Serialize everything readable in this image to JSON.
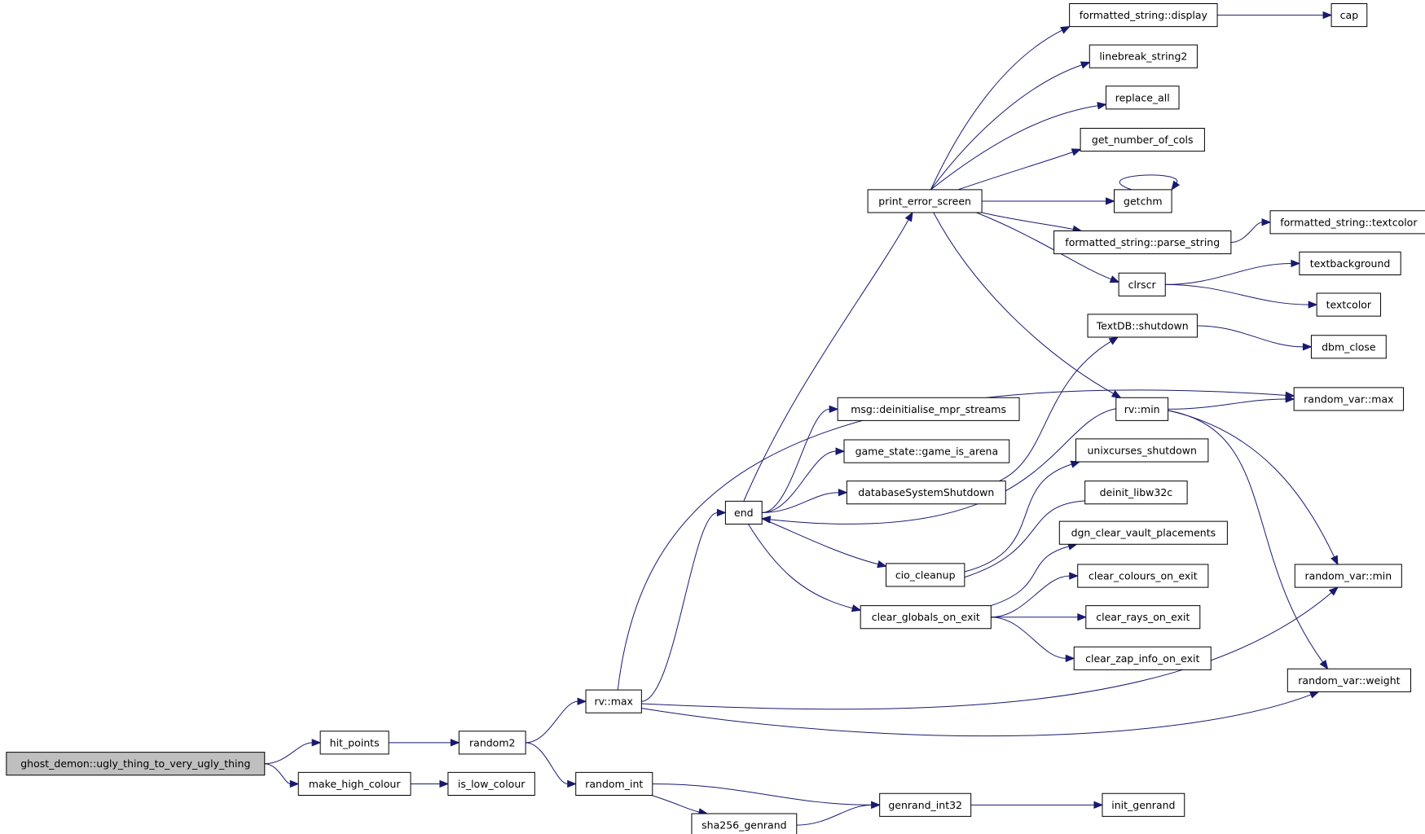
{
  "nodes": {
    "ghost_demon": {
      "label": "ghost_demon::ugly_thing_to_very_ugly_thing",
      "root": true
    },
    "hit_points": {
      "label": "hit_points"
    },
    "make_high_colour": {
      "label": "make_high_colour"
    },
    "random2": {
      "label": "random2"
    },
    "is_low_colour": {
      "label": "is_low_colour"
    },
    "rv_max": {
      "label": "rv::max"
    },
    "random_int": {
      "label": "random_int"
    },
    "sha256_genrand": {
      "label": "sha256_genrand"
    },
    "genrand_int32": {
      "label": "genrand_int32"
    },
    "init_genrand": {
      "label": "init_genrand"
    },
    "end": {
      "label": "end"
    },
    "print_error_screen": {
      "label": "print_error_screen"
    },
    "msg_deinit": {
      "label": "msg::deinitialise_mpr_streams"
    },
    "game_is_arena": {
      "label": "game_state::game_is_arena"
    },
    "databaseSystemShutdown": {
      "label": "databaseSystemShutdown"
    },
    "cio_cleanup": {
      "label": "cio_cleanup"
    },
    "clear_globals_on_exit": {
      "label": "clear_globals_on_exit"
    },
    "fs_display": {
      "label": "formatted_string::display"
    },
    "cap": {
      "label": "cap"
    },
    "linebreak_string2": {
      "label": "linebreak_string2"
    },
    "replace_all": {
      "label": "replace_all"
    },
    "get_number_of_cols": {
      "label": "get_number_of_cols"
    },
    "getchm": {
      "label": "getchm"
    },
    "fs_parse_string": {
      "label": "formatted_string::parse_string"
    },
    "fs_textcolor": {
      "label": "formatted_string::textcolor"
    },
    "clrscr": {
      "label": "clrscr"
    },
    "textbackground": {
      "label": "textbackground"
    },
    "textcolor": {
      "label": "textcolor"
    },
    "textdb_shutdown": {
      "label": "TextDB::shutdown"
    },
    "dbm_close": {
      "label": "dbm_close"
    },
    "rv_min": {
      "label": "rv::min"
    },
    "random_var_max": {
      "label": "random_var::max"
    },
    "random_var_min": {
      "label": "random_var::min"
    },
    "random_var_weight": {
      "label": "random_var::weight"
    },
    "unixcurses_shutdown": {
      "label": "unixcurses_shutdown"
    },
    "deinit_libw32c": {
      "label": "deinit_libw32c"
    },
    "dgn_clear_vault_placements": {
      "label": "dgn_clear_vault_placements"
    },
    "clear_colours_on_exit": {
      "label": "clear_colours_on_exit"
    },
    "clear_rays_on_exit": {
      "label": "clear_rays_on_exit"
    },
    "clear_zap_info_on_exit": {
      "label": "clear_zap_info_on_exit"
    }
  },
  "edges": [
    [
      "ghost_demon",
      "hit_points"
    ],
    [
      "ghost_demon",
      "make_high_colour"
    ],
    [
      "hit_points",
      "random2"
    ],
    [
      "make_high_colour",
      "is_low_colour"
    ],
    [
      "random2",
      "rv_max"
    ],
    [
      "random2",
      "random_int"
    ],
    [
      "random_int",
      "genrand_int32"
    ],
    [
      "random_int",
      "sha256_genrand"
    ],
    [
      "sha256_genrand",
      "genrand_int32"
    ],
    [
      "genrand_int32",
      "init_genrand"
    ],
    [
      "rv_max",
      "end"
    ],
    [
      "rv_max",
      "random_var_max"
    ],
    [
      "rv_max",
      "random_var_min"
    ],
    [
      "rv_max",
      "random_var_weight"
    ],
    [
      "end",
      "print_error_screen"
    ],
    [
      "end",
      "msg_deinit"
    ],
    [
      "end",
      "game_is_arena"
    ],
    [
      "end",
      "databaseSystemShutdown"
    ],
    [
      "end",
      "cio_cleanup"
    ],
    [
      "end",
      "clear_globals_on_exit"
    ],
    [
      "rv_min",
      "end"
    ],
    [
      "print_error_screen",
      "fs_display"
    ],
    [
      "print_error_screen",
      "linebreak_string2"
    ],
    [
      "print_error_screen",
      "replace_all"
    ],
    [
      "print_error_screen",
      "get_number_of_cols"
    ],
    [
      "print_error_screen",
      "getchm"
    ],
    [
      "print_error_screen",
      "fs_parse_string"
    ],
    [
      "print_error_screen",
      "clrscr"
    ],
    [
      "print_error_screen",
      "rv_min"
    ],
    [
      "fs_display",
      "cap"
    ],
    [
      "getchm",
      "getchm"
    ],
    [
      "fs_parse_string",
      "fs_textcolor"
    ],
    [
      "clrscr",
      "textbackground"
    ],
    [
      "clrscr",
      "textcolor"
    ],
    [
      "databaseSystemShutdown",
      "textdb_shutdown"
    ],
    [
      "textdb_shutdown",
      "dbm_close"
    ],
    [
      "rv_min",
      "random_var_max"
    ],
    [
      "rv_min",
      "random_var_min"
    ],
    [
      "rv_min",
      "random_var_weight"
    ],
    [
      "cio_cleanup",
      "unixcurses_shutdown"
    ],
    [
      "cio_cleanup",
      "deinit_libw32c"
    ],
    [
      "clear_globals_on_exit",
      "dgn_clear_vault_placements"
    ],
    [
      "clear_globals_on_exit",
      "clear_colours_on_exit"
    ],
    [
      "clear_globals_on_exit",
      "clear_rays_on_exit"
    ],
    [
      "clear_globals_on_exit",
      "clear_zap_info_on_exit"
    ]
  ],
  "colors": {
    "edge": "#191970",
    "root_fill": "#bfbfbf",
    "node_fill": "#ffffff",
    "node_border": "#000000"
  }
}
